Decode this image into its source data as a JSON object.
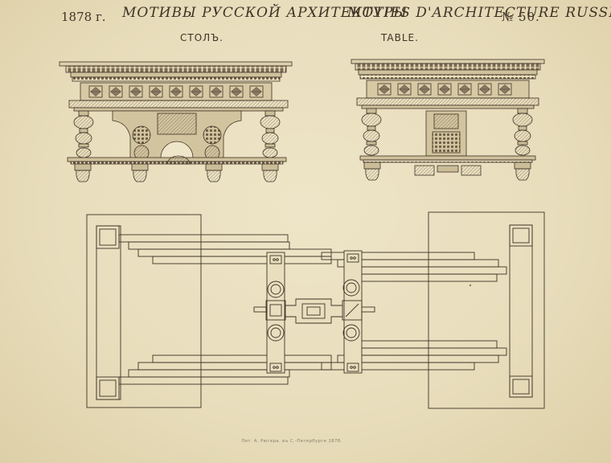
{
  "header": {
    "year": "1878 г.",
    "title_ru": "Мотивы русской архитектуры",
    "title_fr": "Motifs d'architecture russe",
    "plate_number": "№ 50."
  },
  "subtitles": {
    "ru": "СТОЛЪ.",
    "fr": "TABLE."
  },
  "footer": {
    "imprint": "Лит. А. Рюгера. въ С.-Петербурге 1878."
  },
  "drawings": {
    "front_elevation": "table-front-elevation",
    "side_elevation": "table-side-elevation",
    "plan": "table-plan-view"
  },
  "colors": {
    "paper": "#e9dfbf",
    "ink": "#3e3326",
    "shade": "#8a7a62"
  }
}
